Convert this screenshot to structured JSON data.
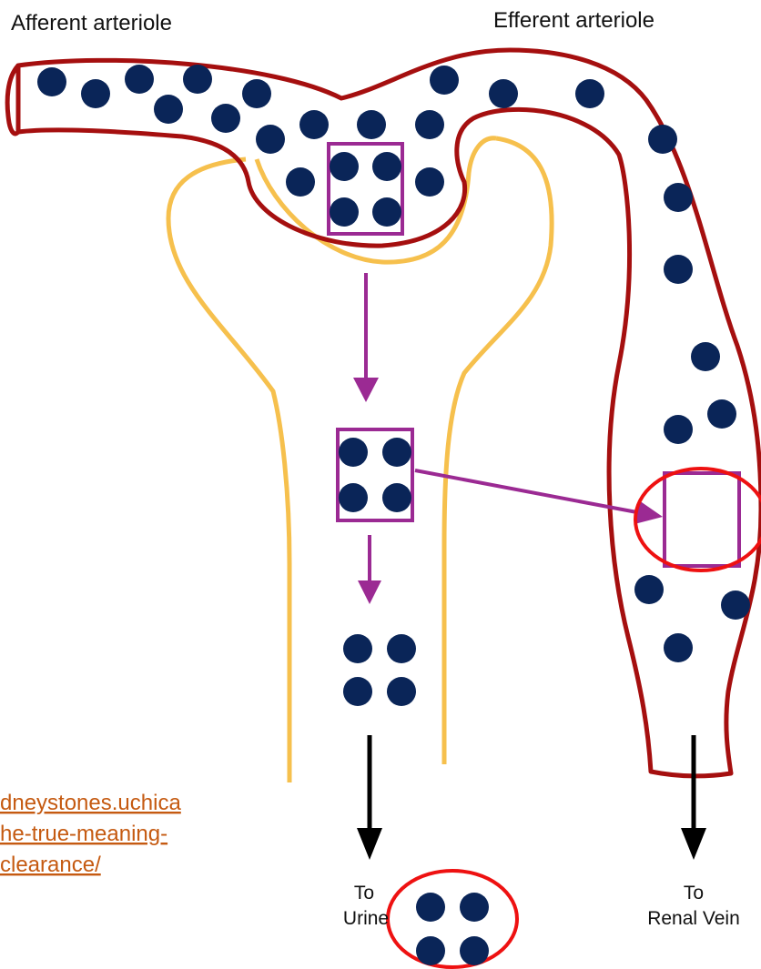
{
  "labels": {
    "afferent": "Afferent arteriole",
    "efferent": "Efferent arteriole",
    "to_urine_1": "To",
    "to_urine_2": "Urine",
    "to_vein_1": "To",
    "to_vein_2": "Renal Vein"
  },
  "link": {
    "line1": "dneystones.uchica",
    "line2": "he-true-meaning-",
    "line3": "clearance/"
  },
  "colors": {
    "vessel": "#a50f0f",
    "capsule": "#f6c04d",
    "particle": "#0a2558",
    "box": "#9b2a93",
    "arrow_purple": "#9b2a93",
    "highlight": "#ee1111",
    "link": "#c55a11",
    "arrow_black": "#000000"
  }
}
